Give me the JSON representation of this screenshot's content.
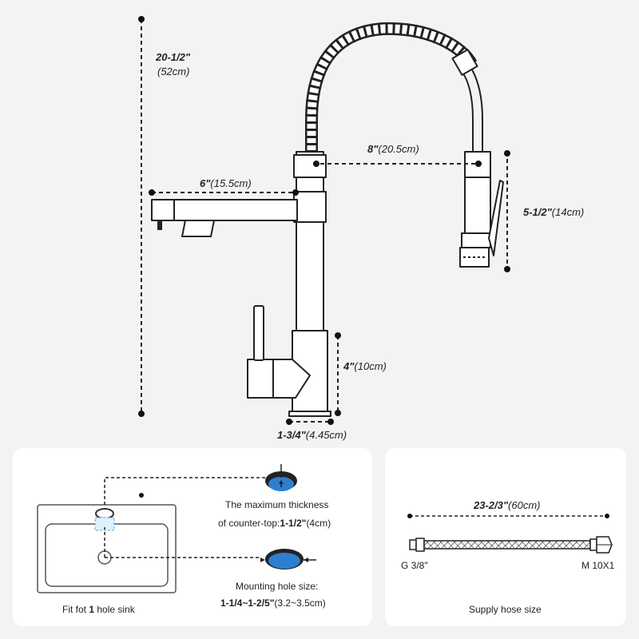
{
  "faucet": {
    "dim_height": {
      "value": "20-1/2\"",
      "unit": "(52cm)"
    },
    "dim_reach": {
      "value": "8\"",
      "unit": "(20.5cm)"
    },
    "dim_spout": {
      "value": "6\"",
      "unit": "(15.5cm)"
    },
    "dim_sprayer": {
      "value": "5-1/2\"",
      "unit": "(14cm)"
    },
    "dim_base_height": {
      "value": "4\"",
      "unit": "(10cm)"
    },
    "dim_base_dia": {
      "value": "1-3/4\"",
      "unit": "(4.45cm)"
    }
  },
  "sink_panel": {
    "thickness_line1": "The maximum thickness",
    "thickness_line2_prefix": "of counter-top:",
    "thickness_line2_value": "1-1/2\"",
    "thickness_line2_unit": "(4cm)",
    "hole_line1": "Mounting hole size:",
    "hole_line2_value": "1-1/4~1-2/5\"",
    "hole_line2_unit": "(3.2~3.5cm)",
    "caption_prefix": "Fit fot ",
    "caption_number": "1",
    "caption_suffix": " hole sink"
  },
  "hose_panel": {
    "length_value": "23-2/3\"",
    "length_unit": "(60cm)",
    "left_end": "G 3/8\"",
    "right_end": "M 10X1",
    "caption": "Supply hose size"
  },
  "colors": {
    "background": "#f3f3f3",
    "card": "#ffffff",
    "line": "#222222",
    "accent_blue": "#2f7fd0",
    "cutout_blue": "#5aa8e0"
  }
}
